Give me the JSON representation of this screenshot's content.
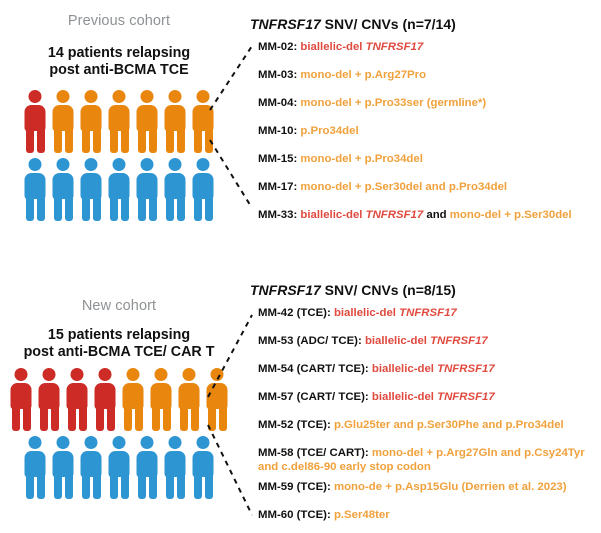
{
  "figure": {
    "cohorts": [
      {
        "id": "previous",
        "tag": "Previous cohort",
        "description_line1": "14 patients relapsing",
        "description_line2": "post anti-BCMA TCE",
        "total_patients": 14,
        "people": {
          "top_row": [
            "red",
            "orange",
            "orange",
            "orange",
            "orange",
            "orange",
            "orange"
          ],
          "bottom_row": [
            "blue",
            "blue",
            "blue",
            "blue",
            "blue",
            "blue",
            "blue"
          ]
        },
        "list_title_gene": "TNFRSF17",
        "list_title_rest": " SNV/ CNVs (n=7/14)",
        "entries": [
          {
            "label": "MM-02: ",
            "segments": [
              {
                "text": "biallelic-del ",
                "color": "red",
                "italic": false
              },
              {
                "text": "TNFRSF17",
                "color": "red",
                "italic": true
              }
            ]
          },
          {
            "label": "MM-03: ",
            "segments": [
              {
                "text": "mono-del + p.Arg27Pro",
                "color": "orange",
                "italic": false
              }
            ]
          },
          {
            "label": "MM-04: ",
            "segments": [
              {
                "text": "mono-del + p.Pro33ser (germline*)",
                "color": "orange",
                "italic": false
              }
            ]
          },
          {
            "label": "MM-10: ",
            "segments": [
              {
                "text": "p.Pro34del",
                "color": "orange",
                "italic": false
              }
            ]
          },
          {
            "label": "MM-15: ",
            "segments": [
              {
                "text": "mono-del + p.Pro34del",
                "color": "orange",
                "italic": false
              }
            ]
          },
          {
            "label": "MM-17: ",
            "segments": [
              {
                "text": "mono-del + p.Ser30del and p.Pro34del",
                "color": "orange",
                "italic": false
              }
            ]
          },
          {
            "label": "MM-33: ",
            "segments": [
              {
                "text": "biallelic-del ",
                "color": "red",
                "italic": false
              },
              {
                "text": "TNFRSF17",
                "color": "red",
                "italic": true
              },
              {
                "text": " and ",
                "color": "black",
                "italic": false
              },
              {
                "text": "mono-del + p.Ser30del",
                "color": "orange",
                "italic": false
              }
            ]
          }
        ]
      },
      {
        "id": "new",
        "tag": "New cohort",
        "description_line1": "15 patients relapsing",
        "description_line2": "post anti-BCMA TCE/ CAR T",
        "total_patients": 15,
        "people": {
          "top_row": [
            "red",
            "red",
            "red",
            "red",
            "orange",
            "orange",
            "orange",
            "orange"
          ],
          "bottom_row": [
            "blue",
            "blue",
            "blue",
            "blue",
            "blue",
            "blue",
            "blue"
          ]
        },
        "list_title_gene": "TNFRSF17",
        "list_title_rest": " SNV/ CNVs (n=8/15)",
        "entries": [
          {
            "label": "MM-42 (TCE): ",
            "segments": [
              {
                "text": "biallelic-del ",
                "color": "red",
                "italic": false
              },
              {
                "text": "TNFRSF17",
                "color": "red",
                "italic": true
              }
            ]
          },
          {
            "label": "MM-53 (ADC/ TCE): ",
            "segments": [
              {
                "text": "biallelic-del ",
                "color": "red",
                "italic": false
              },
              {
                "text": "TNFRSF17",
                "color": "red",
                "italic": true
              }
            ]
          },
          {
            "label": "MM-54 (CART/ TCE): ",
            "segments": [
              {
                "text": "biallelic-del ",
                "color": "red",
                "italic": false
              },
              {
                "text": "TNFRSF17",
                "color": "red",
                "italic": true
              }
            ]
          },
          {
            "label": "MM-57 (CART/ TCE): ",
            "segments": [
              {
                "text": "biallelic-del ",
                "color": "red",
                "italic": false
              },
              {
                "text": "TNFRSF17",
                "color": "red",
                "italic": true
              }
            ]
          },
          {
            "label": "MM-52 (TCE): ",
            "segments": [
              {
                "text": "p.Glu25ter and p.Ser30Phe and p.Pro34del",
                "color": "orange",
                "italic": false
              }
            ]
          },
          {
            "label": "MM-58 (TCE/ CART): ",
            "segments": [
              {
                "text": "mono-del + p.Arg27Gln and p.Csy24Tyr and c.del86-90 early stop codon",
                "color": "orange",
                "italic": false
              }
            ]
          },
          {
            "label": "MM-59 (TCE): ",
            "segments": [
              {
                "text": "mono-de + p.Asp15Glu (Derrien et al. 2023)",
                "color": "orange",
                "italic": false
              }
            ]
          },
          {
            "label": "MM-60 (TCE): ",
            "segments": [
              {
                "text": "p.Ser48ter",
                "color": "orange",
                "italic": false
              }
            ]
          }
        ]
      }
    ],
    "colors": {
      "person_red": "#CC2B26",
      "person_orange": "#E8860E",
      "person_blue": "#2E95D3",
      "text_red": "#E04A3F",
      "text_orange": "#F0A13C",
      "text_black": "#111111",
      "tag_gray": "#8E9294"
    }
  }
}
